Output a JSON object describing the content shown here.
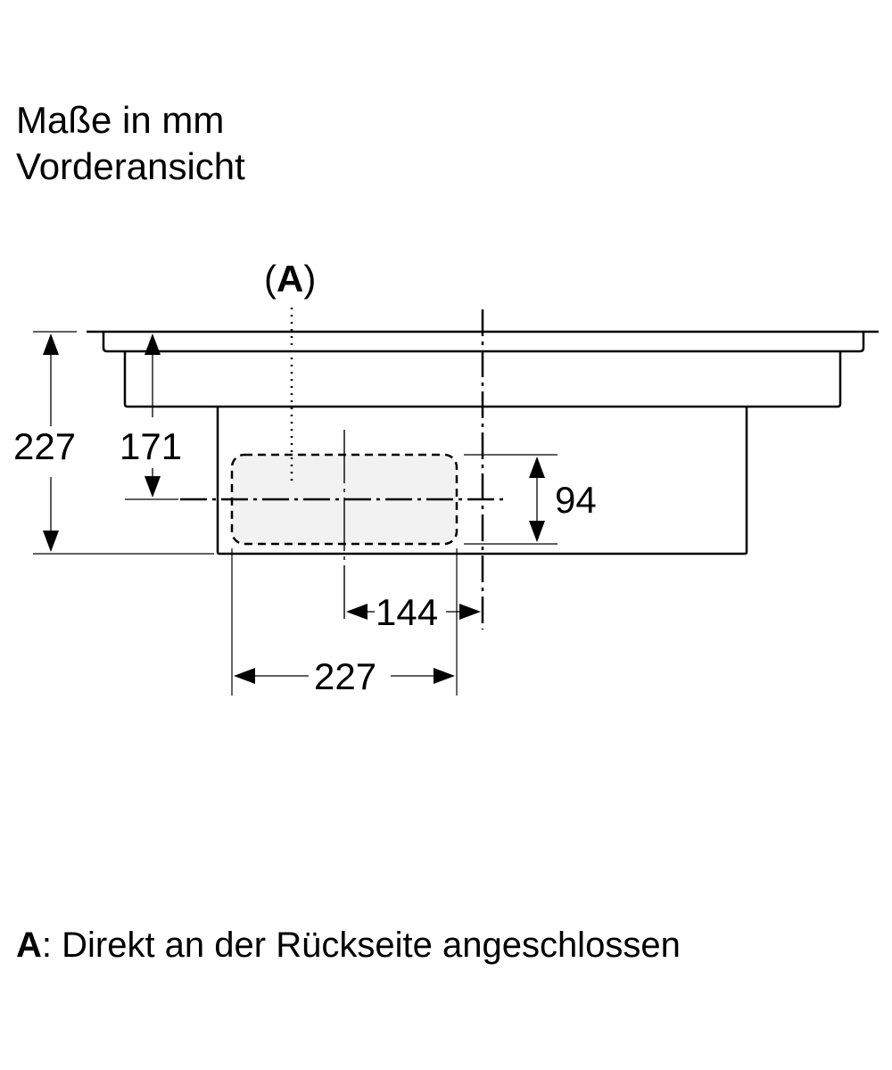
{
  "header": {
    "units": "Maße in mm",
    "view": "Vorderansicht"
  },
  "diagram": {
    "marker_open": "(",
    "marker_label": "A",
    "marker_close": ")",
    "dimensions": {
      "total_height": "227",
      "center_height": "171",
      "opening_height": "94",
      "center_offset": "144",
      "opening_width": "227"
    },
    "fill_color": "#f2f2f2"
  },
  "legend": {
    "key": "A",
    "text": ": Direkt an der Rückseite angeschlossen"
  }
}
